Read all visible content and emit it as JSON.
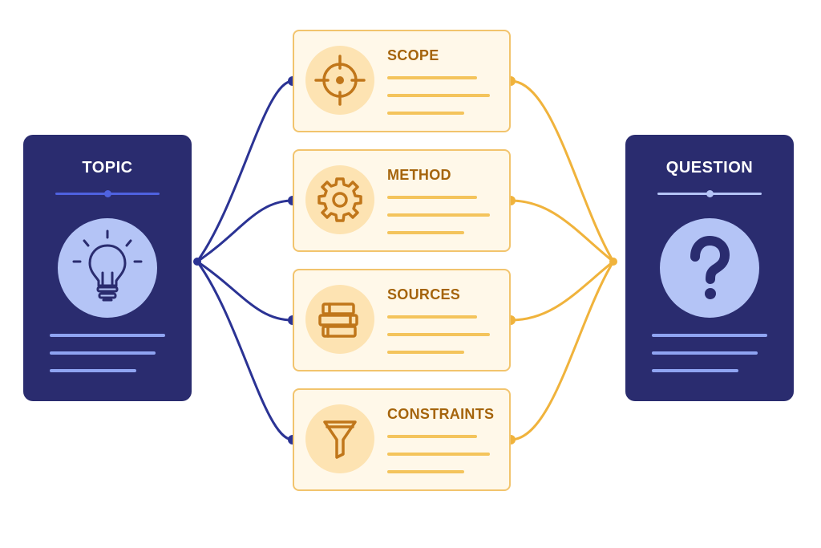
{
  "left_panel": {
    "title": "TOPIC",
    "icon": "lightbulb-icon"
  },
  "right_panel": {
    "title": "QUESTION",
    "icon": "question-mark-icon"
  },
  "cards": [
    {
      "title": "SCOPE",
      "icon": "target-icon"
    },
    {
      "title": "METHOD",
      "icon": "gear-icon"
    },
    {
      "title": "SOURCES",
      "icon": "books-icon"
    },
    {
      "title": "CONSTRAINTS",
      "icon": "funnel-icon"
    }
  ],
  "colors": {
    "panel": "#2a2c6f",
    "panel_accent": "#b4c4f6",
    "panel_lines": "#8fa4f2",
    "blue_connector": "#2b3394",
    "orange_connector": "#f0b33c",
    "card_fill": "#fff8e9",
    "card_border": "#f2c46d",
    "card_title": "#a5640c"
  }
}
